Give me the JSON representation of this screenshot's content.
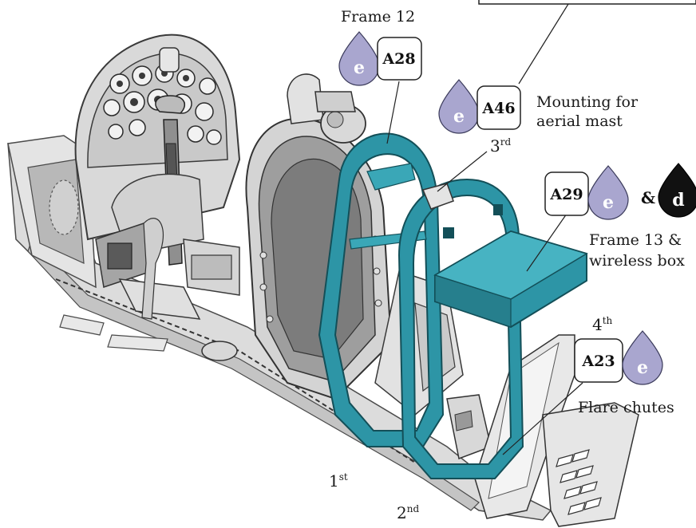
{
  "colors": {
    "part_highlight": "#2d95a6",
    "part_highlight_dark": "#1f6f7b",
    "paint_e": "#a9a6cf",
    "paint_d": "#111111",
    "structure_light": "#e6e6e6",
    "structure_mid": "#bdbdbd",
    "structure_dark": "#4a4a4a",
    "leader_line": "#222222"
  },
  "labels": {
    "frame12": "Frame 12",
    "mounting_line1": "Mounting for",
    "mounting_line2": "aerial mast",
    "frame13_line1": "Frame 13 &",
    "frame13_line2": "wireless box",
    "flare": "Flare chutes"
  },
  "ordinals": {
    "first": {
      "num": "1",
      "suffix": "st"
    },
    "second": {
      "num": "2",
      "suffix": "nd"
    },
    "third": {
      "num": "3",
      "suffix": "rd"
    },
    "fourth": {
      "num": "4",
      "suffix": "th"
    }
  },
  "parts": {
    "a28": "A28",
    "a46": "A46",
    "a29": "A29",
    "a23": "A23"
  },
  "paints": {
    "e": "e",
    "d": "d",
    "ampersand": "&"
  },
  "icons": [
    "paint-drop-icon"
  ]
}
